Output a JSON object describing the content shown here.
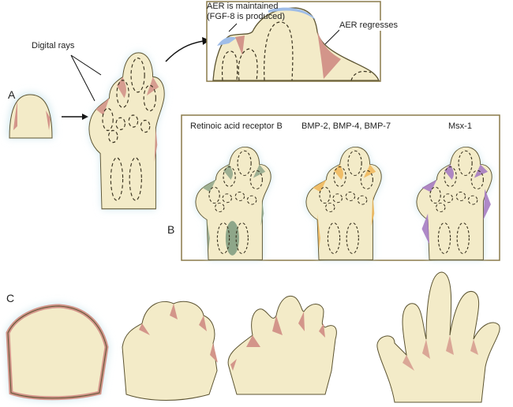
{
  "labels": {
    "aer_maintained_1": "AER is maintained",
    "aer_maintained_2": "(FGF-8 is produced)",
    "aer_regresses": "AER regresses",
    "digital_rays": "Digital rays",
    "panel_a": "A",
    "panel_b": "B",
    "panel_c": "C",
    "retinoic": "Retinoic acid receptor B",
    "bmp": "BMP-2, BMP-4, BMP-7",
    "msx": "Msx-1"
  },
  "colors": {
    "tissue": "#f3ebc8",
    "outline": "#5c5432",
    "aer_regressing": "#d3958a",
    "aer_maintained": "#9fbde8",
    "glow": "#cfe7ee",
    "retinoic": "#8ea689",
    "bmp": "#f0b95e",
    "msx": "#a67cc2",
    "frame": "#8a7a4a"
  }
}
